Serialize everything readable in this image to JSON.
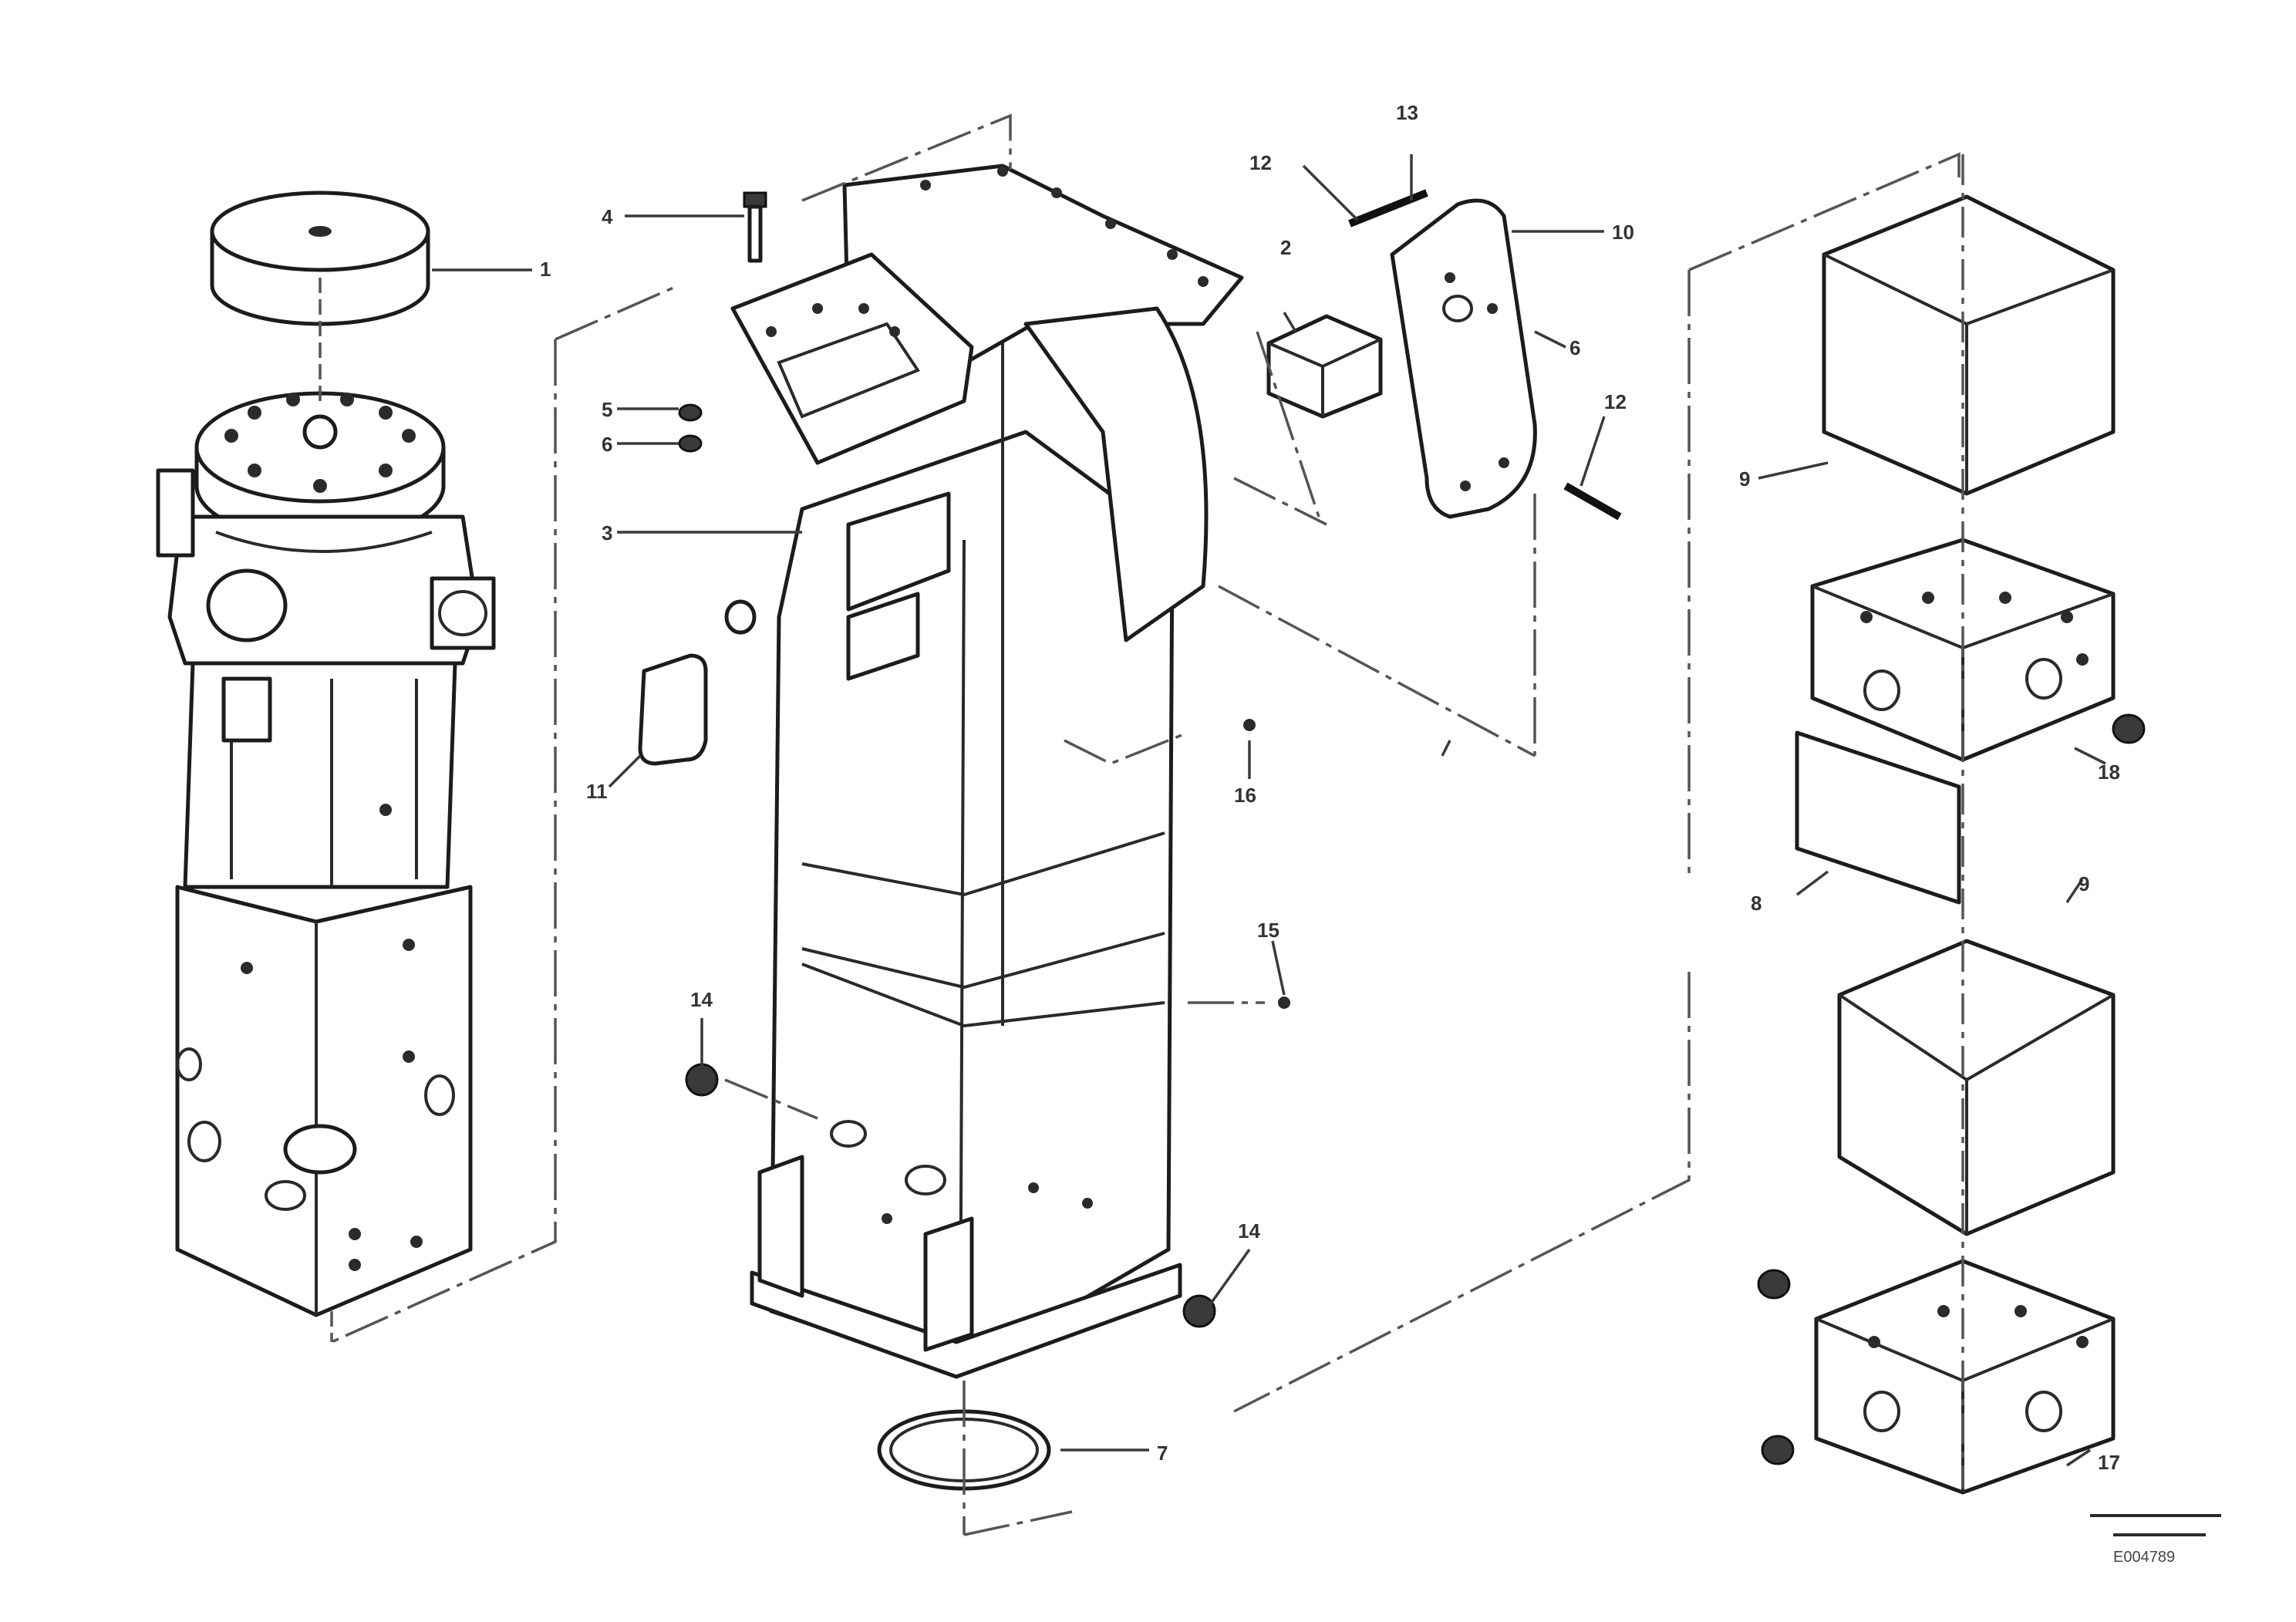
{
  "callouts": {
    "c1": "1",
    "c2": "2",
    "c3": "3",
    "c4": "4",
    "c5": "5",
    "c6": "6",
    "c7": "7",
    "c8": "8",
    "c9": "9",
    "c10": "10",
    "c11": "11",
    "c12": "12",
    "c13": "13",
    "c14": "14",
    "c15": "15",
    "c16": "16",
    "c17": "17",
    "c18": "18"
  },
  "drawing_code": "E004789"
}
